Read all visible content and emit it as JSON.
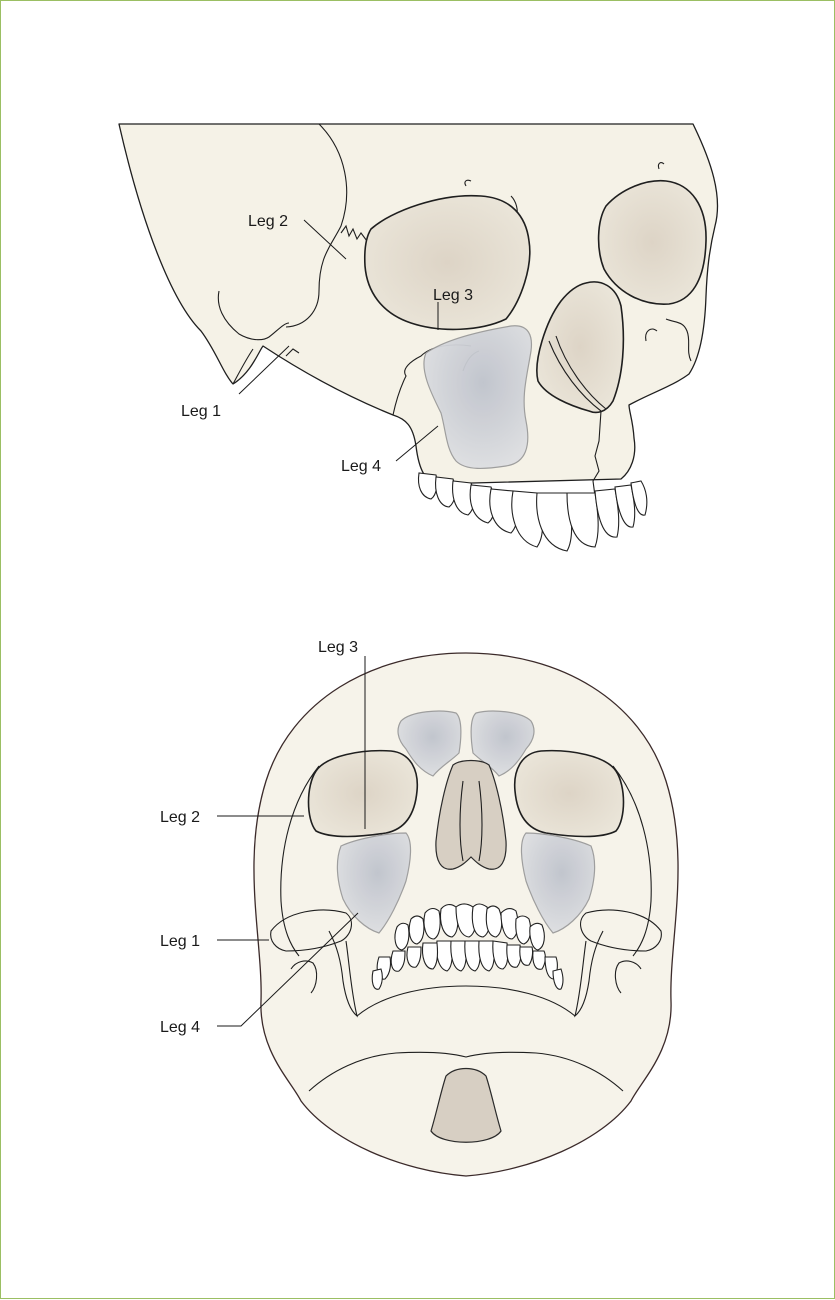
{
  "labels": {
    "top_leg1": "Leg 1",
    "top_leg2": "Leg 2",
    "top_leg3": "Leg 3",
    "top_leg4": "Leg 4",
    "bottom_leg1": "Leg 1",
    "bottom_leg2": "Leg 2",
    "bottom_leg3": "Leg 3",
    "bottom_leg4": "Leg 4"
  },
  "colors": {
    "border": "#9bbf63",
    "bone": "#f5f2e7",
    "orbit_shade": "#d9d0c2",
    "sinus": "#c8ccd4",
    "outline": "#1f1f1f"
  }
}
